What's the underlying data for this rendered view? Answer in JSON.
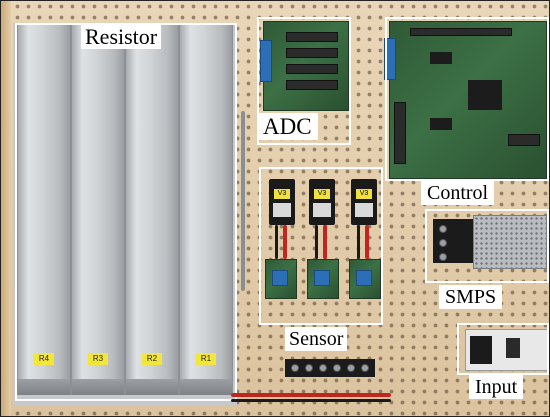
{
  "labels": {
    "resistor": "Resistor",
    "adc": "ADC",
    "control": "Control",
    "sensor": "Sensor",
    "smps": "SMPS",
    "input": "Input"
  },
  "resistor_tags": [
    "R4",
    "R3",
    "R2",
    "R1"
  ],
  "sensor_tags": [
    "V3",
    "V3",
    "V3"
  ],
  "colors": {
    "board_wood": "#dcc39f",
    "pcb_green": "#2f5a37",
    "label_bg": "#ffffff",
    "outline": "#ffffff",
    "wire_red": "#c0261f",
    "wire_black": "#1a1a1a",
    "wire_gray": "#8a8f93"
  }
}
